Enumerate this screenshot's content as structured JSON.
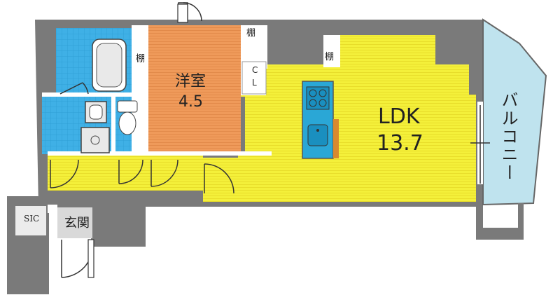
{
  "rooms": {
    "western_room": {
      "name": "洋室",
      "size": "4.5"
    },
    "ldk": {
      "name": "LDK",
      "size": "13.7"
    },
    "balcony": "バルコニー",
    "entrance": "玄関",
    "sic": "SIC",
    "closet": {
      "line1": "C",
      "line2": "L"
    },
    "shelves": [
      "棚",
      "棚",
      "棚"
    ]
  },
  "colors": {
    "wall": "#7a7a7a",
    "ldk_floor": "#f4f03a",
    "western_floor": "#ef9a5a",
    "wet_area": "#3fb0e6",
    "balcony": "#bfe3ee",
    "kitchen": "#2aa7d6",
    "entrance_floor": "#d9d9d9",
    "storage": "#ececec"
  }
}
